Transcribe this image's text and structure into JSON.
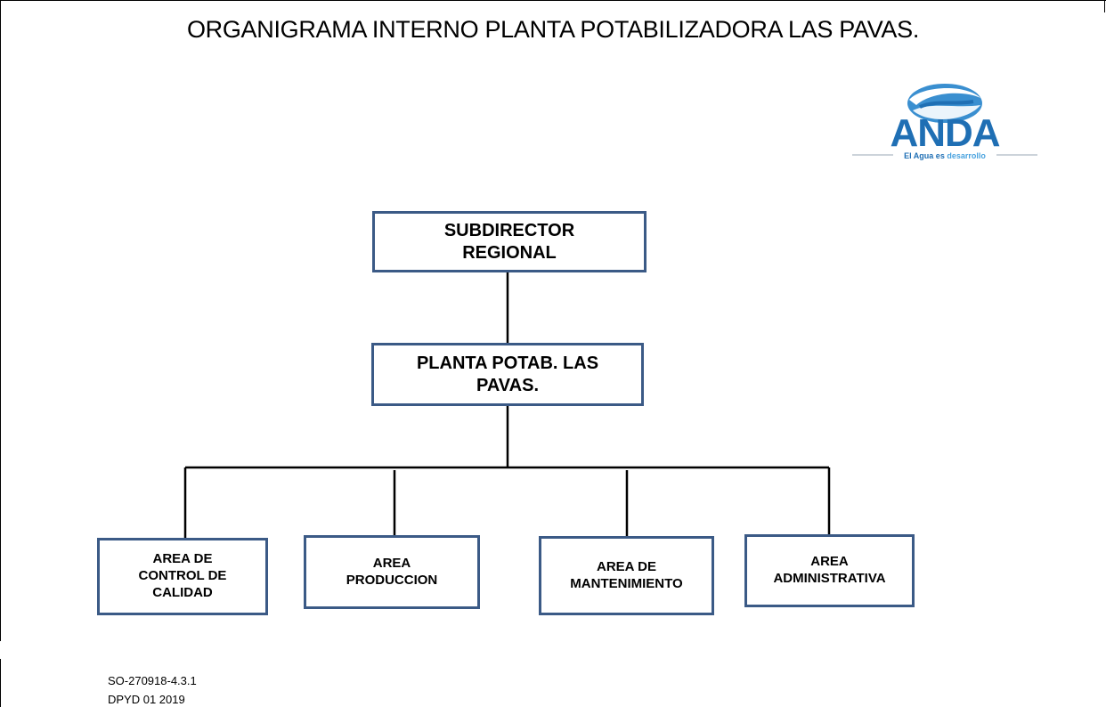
{
  "title": "ORGANIGRAMA INTERNO PLANTA POTABILIZADORA LAS PAVAS.",
  "logo": {
    "brand": "ANDA",
    "tagline_part1": "El Agua es ",
    "tagline_part2": "desarrollo",
    "brand_color": "#1f6fb4",
    "accent_color": "#4aa3df"
  },
  "nodes": {
    "subdirector": {
      "line1": "SUBDIRECTOR",
      "line2": "REGIONAL"
    },
    "planta": {
      "line1": "PLANTA POTAB. LAS",
      "line2": "PAVAS."
    },
    "areas": [
      {
        "line1": "AREA DE",
        "line2": "CONTROL DE",
        "line3": "CALIDAD"
      },
      {
        "line1": "AREA",
        "line2": "PRODUCCION"
      },
      {
        "line1": "AREA DE",
        "line2": "MANTENIMIENTO"
      },
      {
        "line1": "AREA",
        "line2": "ADMINISTRATIVA"
      }
    ]
  },
  "footer": {
    "code": "SO-270918-4.3.1",
    "revision": "DPYD 01 2019"
  },
  "colors": {
    "box_border": "#3b5a86",
    "connector": "#000000"
  }
}
